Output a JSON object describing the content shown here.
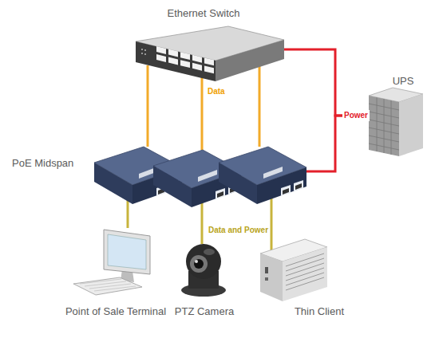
{
  "diagram": {
    "nodes": [
      {
        "text": [
          "Ethernet Switch"
        ]
      },
      {
        "text": [
          "UPS"
        ]
      },
      {
        "text": [
          "PoE Midspan"
        ]
      },
      {
        "text": []
      },
      {
        "text": []
      },
      {
        "text": [
          "Point of Sale Terminal"
        ]
      },
      {
        "text": [
          "PTZ Camera"
        ]
      },
      {
        "text": [
          "Thin Client"
        ]
      }
    ],
    "edges": [
      {
        "from": 0,
        "to": 2,
        "arrow": "none"
      },
      {
        "from": 0,
        "to": 3,
        "label": "Data",
        "arrow": "none"
      },
      {
        "from": 0,
        "to": 4,
        "arrow": "none"
      },
      {
        "from": 1,
        "to": 0,
        "label": "Power",
        "arrow": "none"
      },
      {
        "from": 1,
        "to": 4,
        "arrow": "none"
      },
      {
        "from": 2,
        "to": 5,
        "arrow": "none"
      },
      {
        "from": 3,
        "to": 6,
        "label": "Data and Power",
        "arrow": "none"
      },
      {
        "from": 4,
        "to": 7,
        "arrow": "none"
      }
    ]
  }
}
